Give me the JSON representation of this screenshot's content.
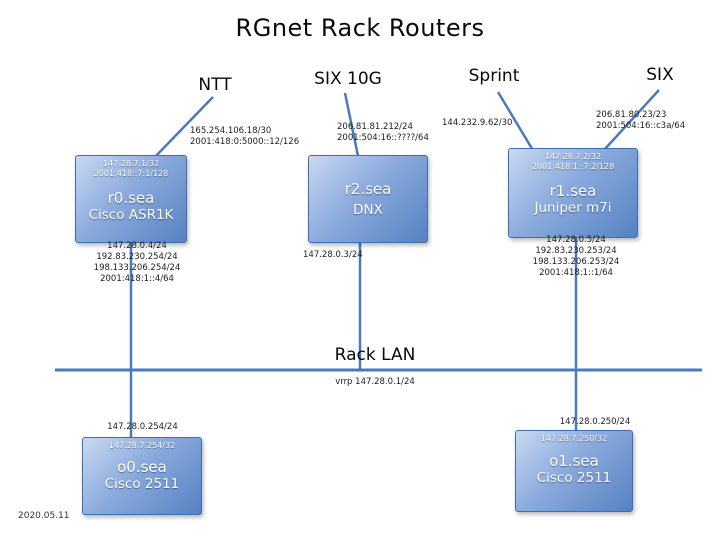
{
  "title": "RGnet Rack Routers",
  "date": "2020.05.11",
  "colors": {
    "link": "#4a7abc",
    "box_light": "#c9d9f2",
    "box_dark": "#5581c2"
  },
  "uplinks": {
    "ntt": {
      "label": "NTT",
      "addresses": [
        "165.254.106.18/30",
        "2001:418:0:5000::12/126"
      ]
    },
    "six10g": {
      "label": "SIX 10G",
      "addresses": [
        "206.81.81.212/24",
        "2001:504:16::????/64"
      ]
    },
    "sprint": {
      "label": "Sprint",
      "addresses": [
        "144.232.9.62/30"
      ]
    },
    "six": {
      "label": "SIX",
      "addresses": [
        "206.81.80.23/23",
        "2001:504:16::c3a/64"
      ]
    }
  },
  "routers": {
    "r0": {
      "name": "r0.sea",
      "model": "Cisco ASR1K",
      "loopbacks": [
        "147.28.7.1/32",
        "2001:418::7:1/128"
      ],
      "lan_addresses": [
        "147.28.0.4/24",
        "192.83.230.254/24",
        "198.133.206.254/24",
        "2001:418:1::4/64"
      ]
    },
    "r2": {
      "name": "r2.sea",
      "model": "DNX",
      "lan_addresses": [
        "147.28.0.3/24"
      ]
    },
    "r1": {
      "name": "r1.sea",
      "model": "Juniper m7i",
      "loopbacks": [
        "147.28.7.2/32",
        "2001:418:1::7:2/128"
      ],
      "lan_addresses": [
        "147.28.0.5/24",
        "192.83.230.253/24",
        "198.133.206.253/24",
        "2001:418:1::1/64"
      ]
    },
    "o0": {
      "name": "o0.sea",
      "model": "Cisco 2511",
      "loopbacks": [
        "147.28.7.254/32"
      ],
      "lan_address": "147.28.0.254/24"
    },
    "o1": {
      "name": "o1.sea",
      "model": "Cisco 2511",
      "loopbacks": [
        "147.28.7.250/32"
      ],
      "lan_address": "147.28.0.250/24"
    }
  },
  "lan": {
    "label": "Rack LAN",
    "vrrp": "vrrp 147.28.0.1/24"
  }
}
